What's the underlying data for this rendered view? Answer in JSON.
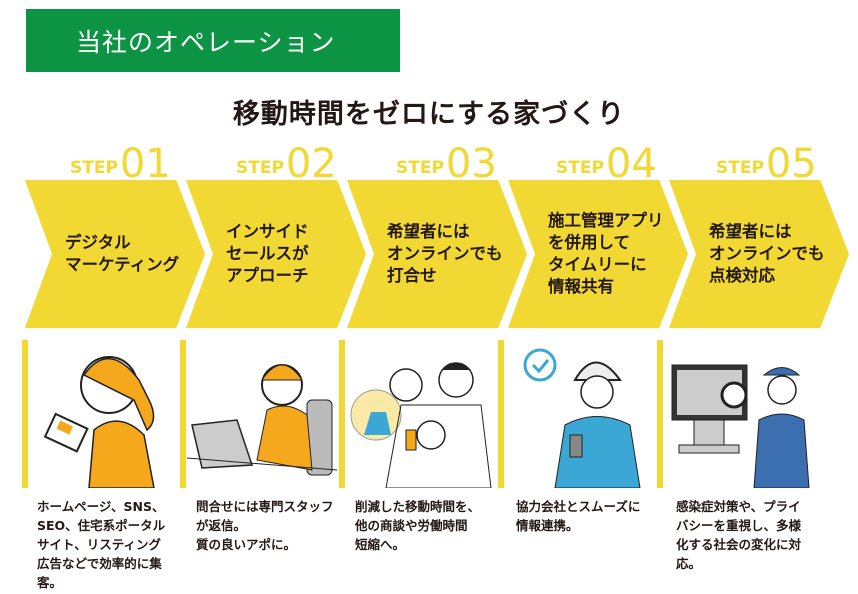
{
  "header": {
    "title": "当社のオペレーション"
  },
  "subtitle": "移動時間をゼロにする家づくり",
  "colors": {
    "green": "#0c9444",
    "yellow": "#f2d832",
    "orange": "#f5a81c"
  },
  "steps": [
    {
      "word": "STEP",
      "num": "01",
      "title": "デジタル\nマーケティング",
      "illustration": "woman-with-tablet",
      "desc": "ホームページ、SNS、\nSEO、住宅系ポータル\nサイト、リスティング\n広告などで効率的に集\n客。"
    },
    {
      "word": "STEP",
      "num": "02",
      "title": "インサイド\nセールスが\nアプローチ",
      "illustration": "operator-with-headset",
      "desc": "問合せには専門スタッフ\nが返信。\n質の良いアポに。"
    },
    {
      "word": "STEP",
      "num": "03",
      "title": "希望者には\nオンラインでも\n打合せ",
      "illustration": "family-online-meeting",
      "desc": "削減した移動時間を、\n他の商談や労働時間\n短縮へ。"
    },
    {
      "word": "STEP",
      "num": "04",
      "title": "施工管理アプリ\nを併用して\nタイムリーに\n情報共有",
      "illustration": "worker-with-smartphone",
      "desc": "協力会社とスムーズに\n情報連携。"
    },
    {
      "word": "STEP",
      "num": "05",
      "title": "希望者には\nオンラインでも\n点検対応",
      "illustration": "inspector-with-monitor",
      "desc": "感染症対策や、プライ\nバシーを重視し、多様\n化する社会の変化に対\n応。"
    }
  ]
}
